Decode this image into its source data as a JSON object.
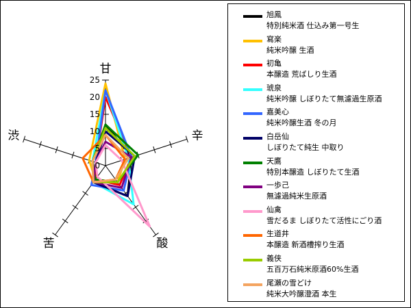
{
  "chart_data": {
    "type": "radar",
    "axes": [
      "甘",
      "辛",
      "酸",
      "苦",
      "渋"
    ],
    "rlim": [
      0,
      25
    ],
    "ticks": [
      0,
      5,
      10,
      15,
      20,
      25
    ],
    "grid": false,
    "legend_position": "right",
    "series": [
      {
        "name": "旭鳳\n特別純米酒  仕込み第一号生",
        "color": "#000000",
        "values": [
          12,
          8,
          11,
          6,
          3
        ]
      },
      {
        "name": "寫楽\n純米吟醸  生酒",
        "color": "#ffc000",
        "values": [
          24,
          6,
          6,
          5,
          5
        ]
      },
      {
        "name": "初亀\n本醸造  荒ばしり生酒",
        "color": "#ff0000",
        "values": [
          20,
          8,
          7,
          5,
          3
        ]
      },
      {
        "name": "琥泉\n純米吟醸  しぼりたて無濾過生原酒",
        "color": "#33ffff",
        "values": [
          22,
          7,
          14,
          6,
          4
        ]
      },
      {
        "name": "嘉美心\n純米吟醸生酒  冬の月",
        "color": "#3366ff",
        "values": [
          22,
          8,
          9,
          7,
          3
        ]
      },
      {
        "name": "白岳仙\nしぼりたて純生  中取り",
        "color": "#000066",
        "values": [
          10,
          9,
          11,
          6,
          3
        ]
      },
      {
        "name": "天鷹\n特別本醸造  しぼりたて生酒",
        "color": "#008000",
        "values": [
          12,
          10,
          6,
          5,
          4
        ]
      },
      {
        "name": "一歩己\n無濾過純米生原酒",
        "color": "#800080",
        "values": [
          7,
          8,
          8,
          6,
          3
        ]
      },
      {
        "name": "仙禽\n雪だるま  しぼりたて活性にごり酒",
        "color": "#ff99cc",
        "values": [
          6,
          5,
          22,
          4,
          3
        ]
      },
      {
        "name": "生道井\n本醸造  新酒槽搾り生酒",
        "color": "#ff6600",
        "values": [
          9,
          6,
          5,
          6,
          7
        ]
      },
      {
        "name": "義侠\n五百万石純米原酒60%生酒",
        "color": "#99cc00",
        "values": [
          11,
          9,
          6,
          6,
          4
        ]
      },
      {
        "name": "尾瀬の雪どけ\n純米大吟醸澄酒  本生",
        "color": "#f4a460",
        "values": [
          9,
          7,
          5,
          6,
          4
        ]
      }
    ]
  }
}
